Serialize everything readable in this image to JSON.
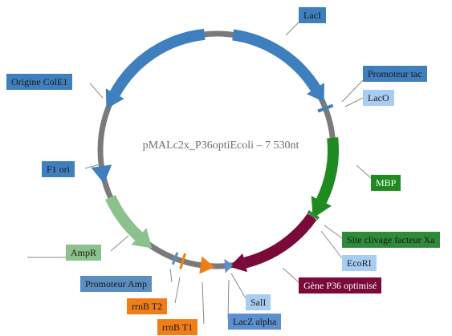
{
  "plasmid": {
    "title": "pMALc2x_P36optiEcoli – 7 530nt",
    "backbone_color": "#7a7a7a"
  },
  "features": {
    "laci": {
      "label": "LacI",
      "type": "gene",
      "color": "#3f7fbd",
      "text_color": "#1a1a1a"
    },
    "promoteur_tac": {
      "label": "Promoteur tac",
      "type": "promoter",
      "color": "#3f7fbd",
      "text_color": "#1a1a1a"
    },
    "laco": {
      "label": "LacO",
      "type": "operator",
      "color": "#a9cdf2",
      "text_color": "#1a1a1a"
    },
    "mbp": {
      "label": "MBP",
      "type": "gene",
      "color": "#1f8a1f",
      "text_color": "#ffffff"
    },
    "site_xa": {
      "label": "Site clivage facteur Xa",
      "type": "site",
      "color": "#2f8a3a",
      "text_color": "#1a1a1a"
    },
    "ecori": {
      "label": "EcoRI",
      "type": "restriction",
      "color": "#a9cdf2",
      "text_color": "#1a1a1a"
    },
    "gene_p36": {
      "label": "Gène P36 optimisé",
      "type": "gene",
      "color": "#7a0a3a",
      "text_color": "#ffffff"
    },
    "sali": {
      "label": "SalI",
      "type": "restriction",
      "color": "#a9cdf2",
      "text_color": "#1a1a1a"
    },
    "lacz_alpha": {
      "label": "LacZ alpha",
      "type": "gene",
      "color": "#5b8fd0",
      "text_color": "#1a1a1a"
    },
    "rrnb_t1": {
      "label": "rrnB T1",
      "type": "terminator",
      "color": "#f07d16",
      "text_color": "#1a1a1a"
    },
    "rrnb_t2": {
      "label": "rrnB T2",
      "type": "terminator",
      "color": "#f07d16",
      "text_color": "#1a1a1a"
    },
    "promoteur_amp": {
      "label": "Promoteur Amp",
      "type": "promoter",
      "color": "#5a8ebf",
      "text_color": "#1a1a1a"
    },
    "ampr": {
      "label": "AmpR",
      "type": "gene",
      "color": "#8cc08c",
      "text_color": "#1a1a1a"
    },
    "f1_ori": {
      "label": "F1 ori",
      "type": "origin",
      "color": "#3f7fbd",
      "text_color": "#1a1a1a"
    },
    "origine_cole1": {
      "label": "Origine ColE1",
      "type": "origin",
      "color": "#3f7fbd",
      "text_color": "#1a1a1a"
    }
  }
}
